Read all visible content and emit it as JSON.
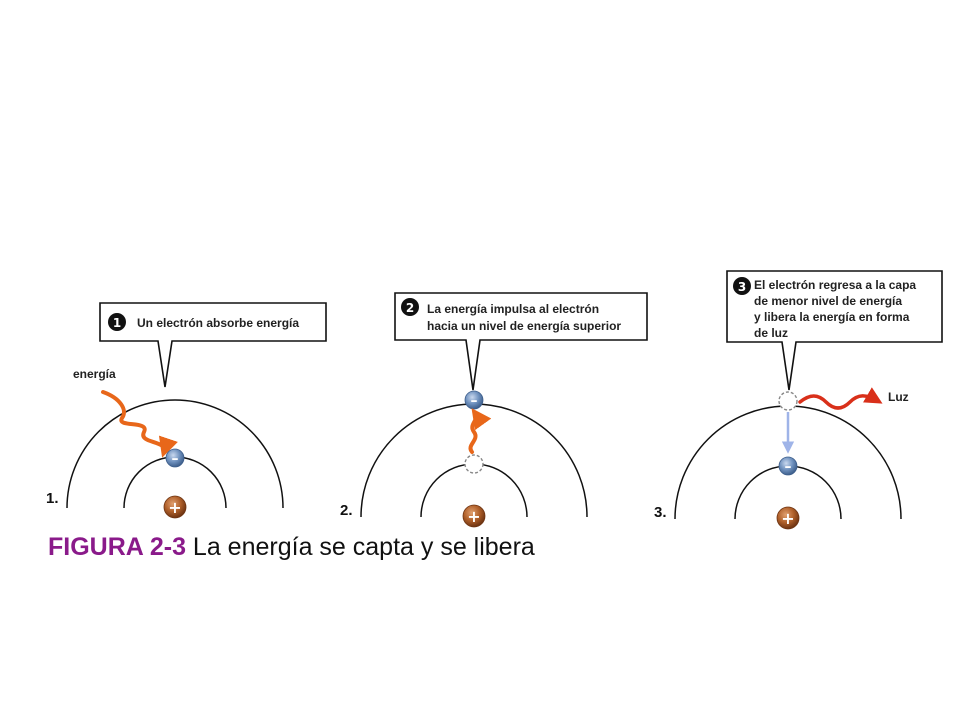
{
  "panels": [
    {
      "number": "1.",
      "step": "1",
      "callout": [
        "Un electrón absorbe energía"
      ],
      "energy_label": "energía"
    },
    {
      "number": "2.",
      "step": "2",
      "callout": [
        "La energía impulsa al electrón",
        "hacia un nivel de energía superior"
      ]
    },
    {
      "number": "3.",
      "step": "3",
      "callout": [
        "El electrón regresa a la capa",
        "de menor nivel de energía",
        "y libera la energía en forma",
        "de luz"
      ],
      "light_label": "Luz"
    }
  ],
  "symbols": {
    "electron": "–",
    "nucleus": "+"
  },
  "caption": {
    "figure": "FIGURA 2-3",
    "text": " La energía se capta y se libera"
  },
  "colors": {
    "energy_arrow": "#e8671a",
    "drop_arrow": "#9fb4e8",
    "light_wave": "#d9301a",
    "caption_accent": "#8a1a8a",
    "electron": "#6f8fb8",
    "nucleus": "#a85a2a"
  }
}
